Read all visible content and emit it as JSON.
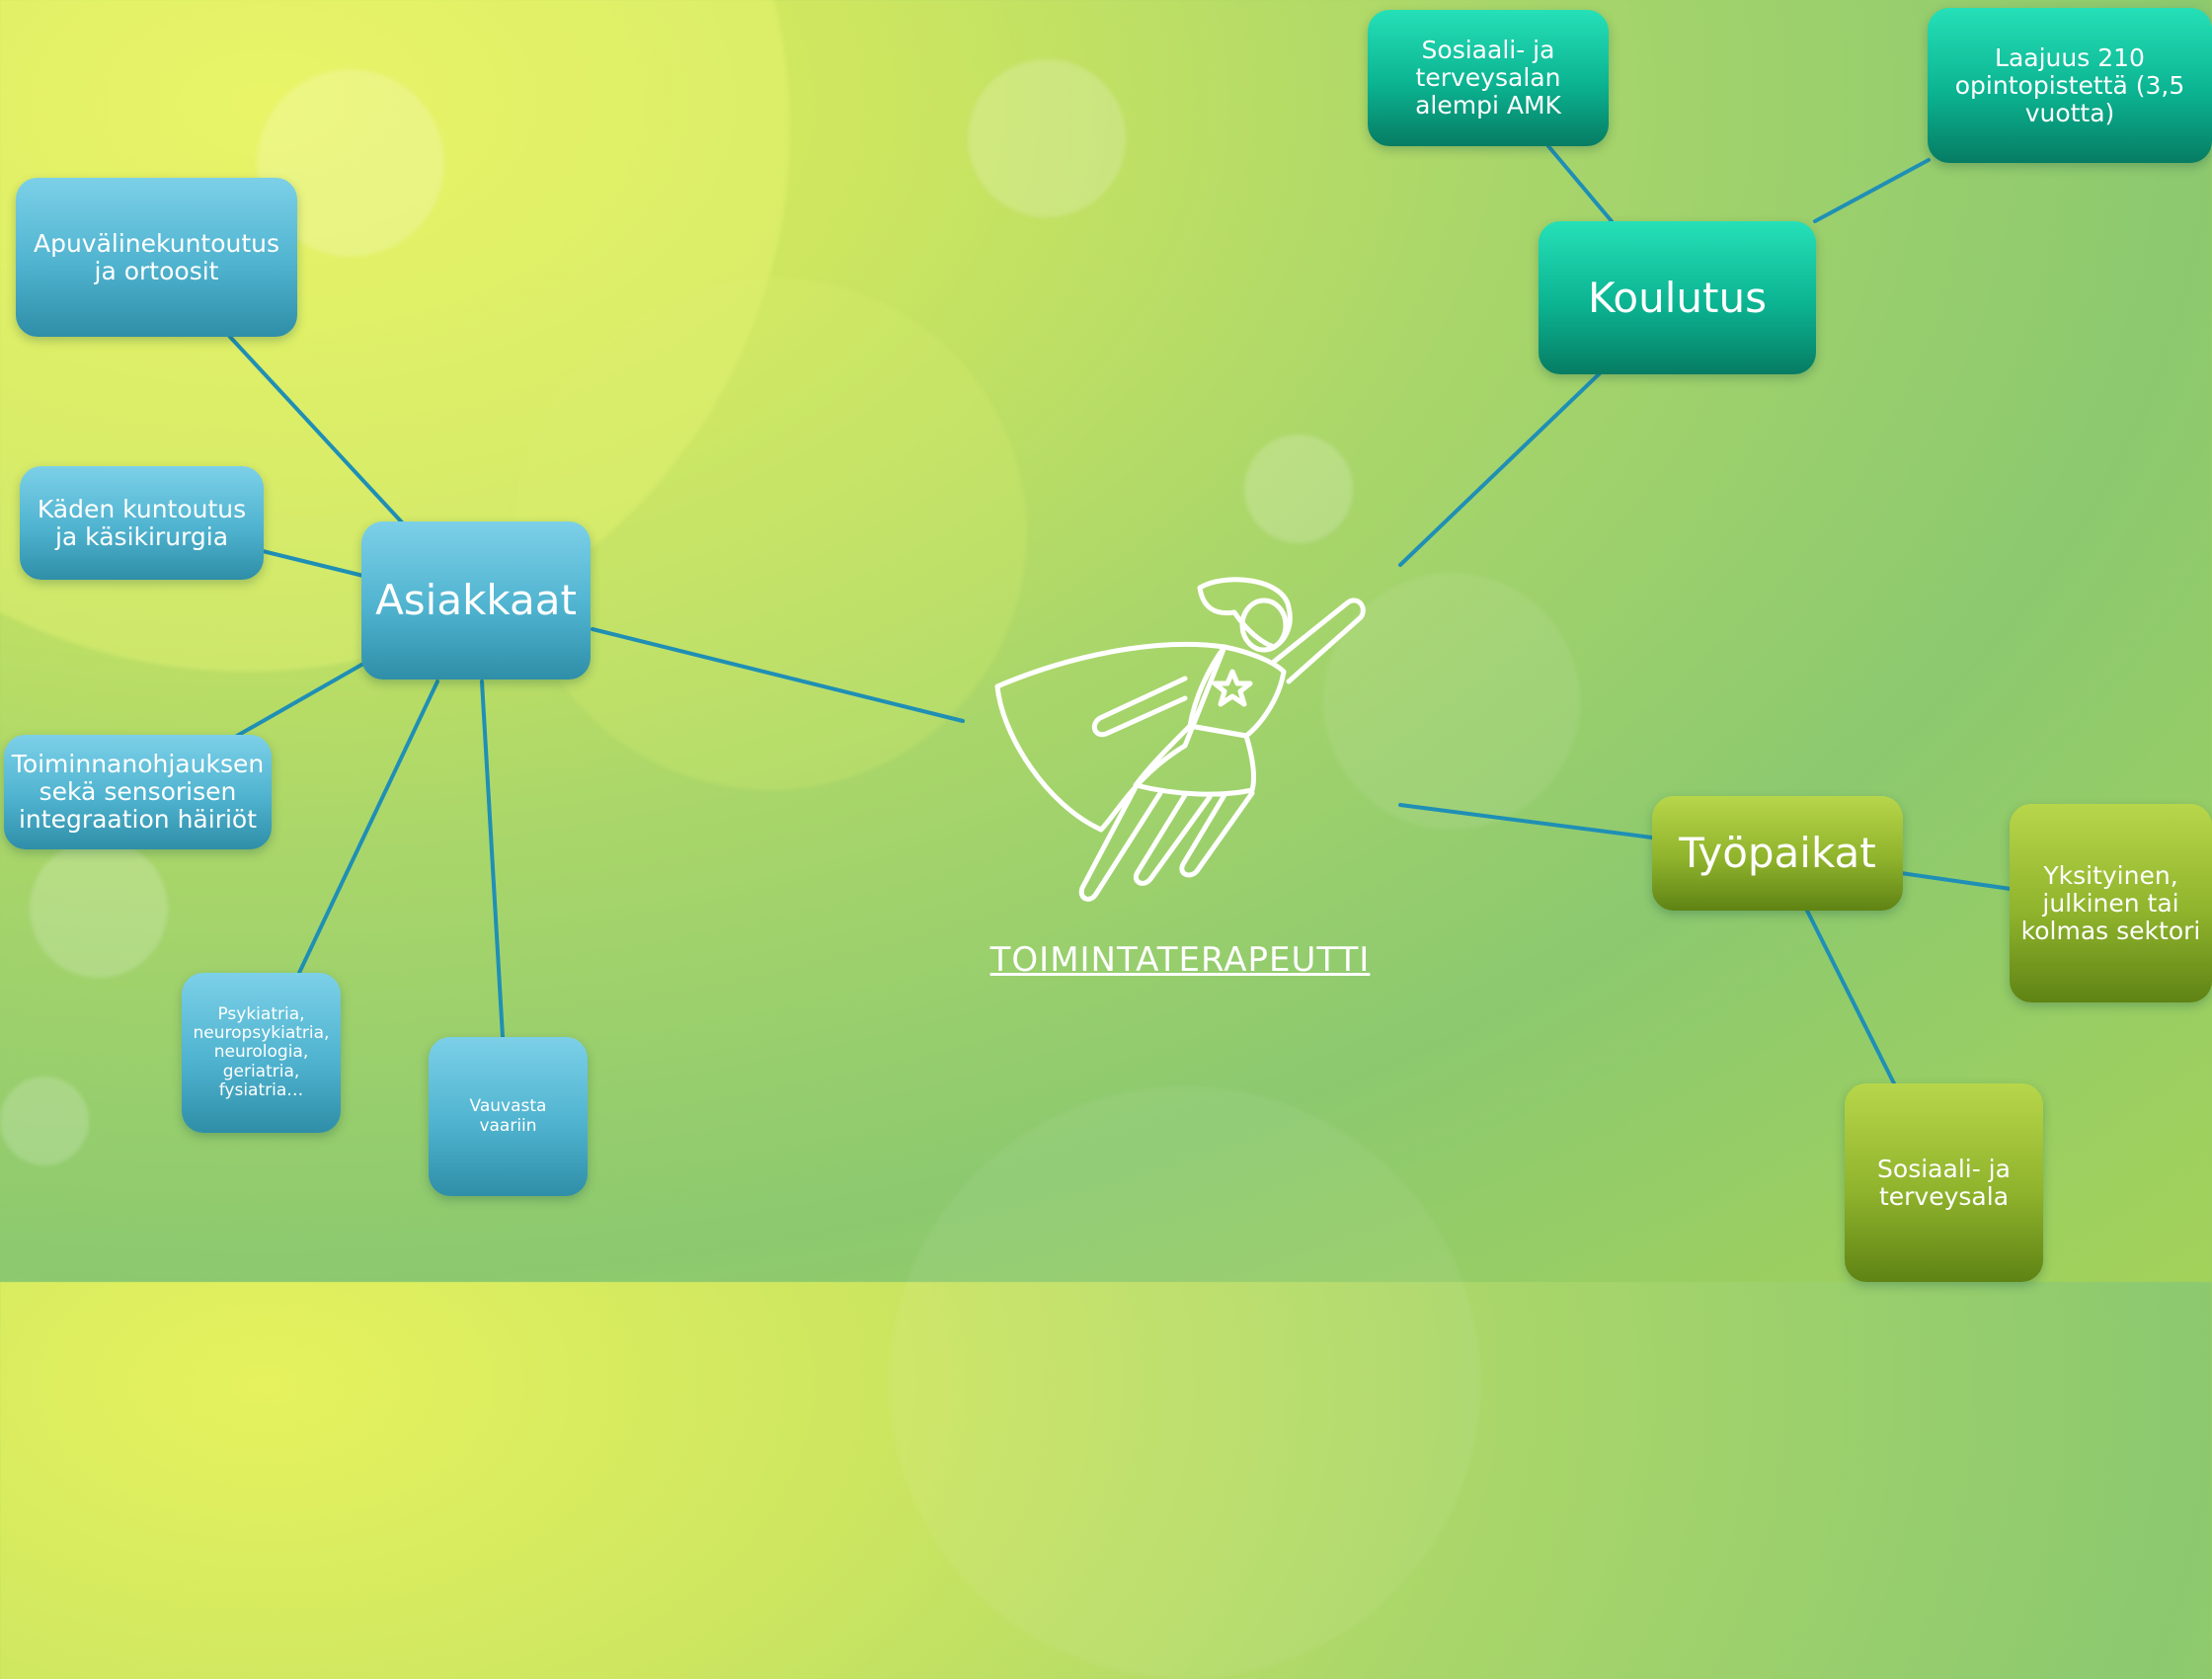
{
  "center": {
    "title": "TOIMINTATERAPEUTTI",
    "icon": "superhero-icon"
  },
  "hubs": {
    "asiakkaat": "Asiakkaat",
    "koulutus": "Koulutus",
    "tyopaikat": "Työpaikat"
  },
  "asiakkaat_children": {
    "apuvaline": "Apuvälinekuntoutus ja ortoosit",
    "kaden": "Käden kuntoutus ja käsikirurgia",
    "toiminnan": "Toiminnanohjauksen sekä sensorisen integraation häiriöt",
    "psykiatria": "Psykiatria, neuropsykiatria, neurologia, geriatria, fysiatria…",
    "vauvasta": "Vauvasta vaariin"
  },
  "koulutus_children": {
    "sosiaali_amk": "Sosiaali- ja terveysalan alempi AMK",
    "laajuus": "Laajuus 210 opintopistettä (3,5 vuotta)"
  },
  "tyopaikat_children": {
    "sektori": "Yksityinen, julkinen tai kolmas sektori",
    "sosiaali_ala": "Sosiaali- ja terveysala"
  },
  "colors": {
    "blue_node": "#4fb3cf",
    "teal_node": "#0bb391",
    "green_node": "#8fb32c",
    "connector": "#1f8fb5"
  }
}
